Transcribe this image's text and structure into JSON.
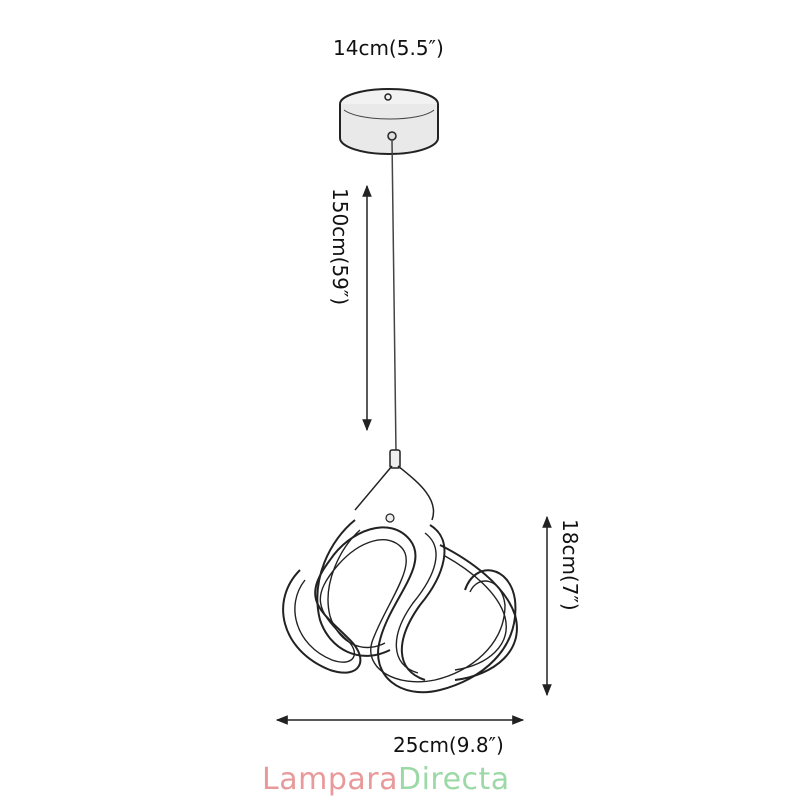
{
  "dimensions": {
    "canopy_width": "14cm(5.5″)",
    "cable_length": "150cm(59″)",
    "lamp_height": "18cm(7″)",
    "lamp_width": "25cm(9.8″)"
  },
  "watermark": {
    "part1": "Lampara",
    "part2": "Directa",
    "color1": "#e89a9a",
    "color2": "#9cd9a6"
  },
  "icons": [
    "ceiling-canopy-icon",
    "pendant-lamp-icon"
  ]
}
